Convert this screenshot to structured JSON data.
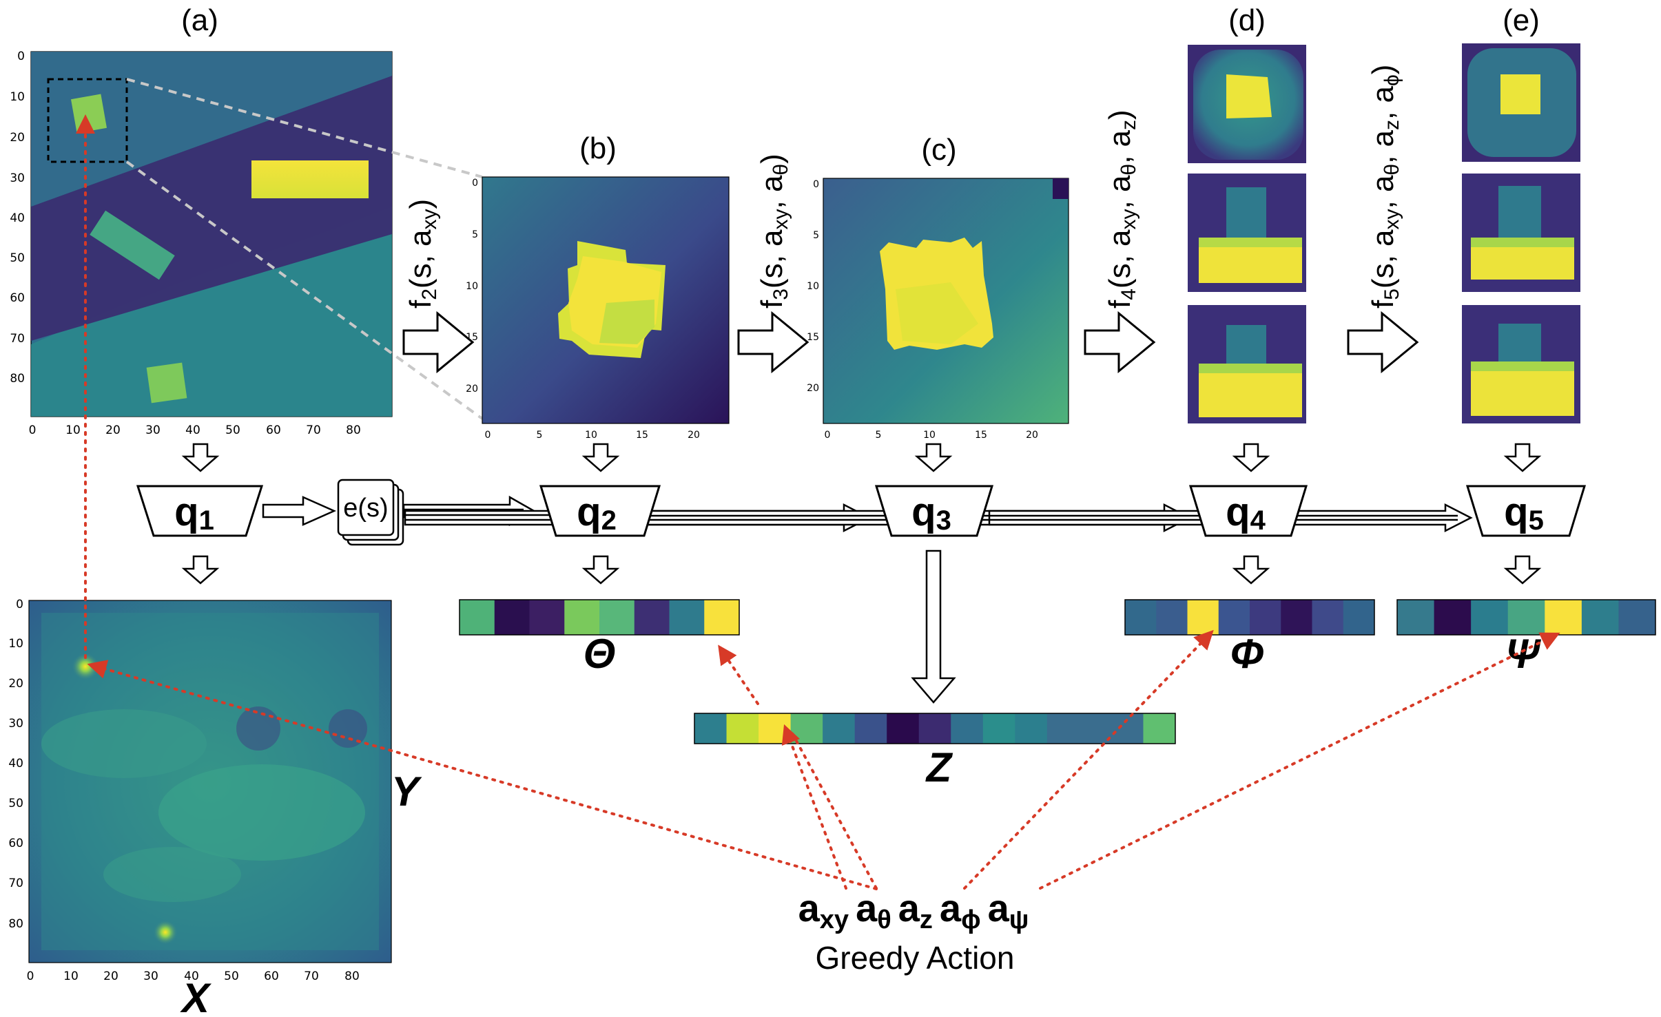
{
  "panels": {
    "a": "(a)",
    "b": "(b)",
    "c": "(c)",
    "d": "(d)",
    "e": "(e)"
  },
  "functions": {
    "f2": {
      "f": "f",
      "sub": "2",
      "args": "(s, a",
      "argsub": "xy",
      "close": ")"
    },
    "f3": {
      "f": "f",
      "sub": "3",
      "args": "(s, a",
      "argsub": "xy",
      "mid": ", a",
      "midsub": "θ",
      "close": ")"
    },
    "f4": {
      "f": "f",
      "sub": "4",
      "args": "(s, a",
      "argsub": "xy",
      "mid": ", a",
      "midsub": "θ",
      "mid2": ", a",
      "mid2sub": "z",
      "close": ")"
    },
    "f5": {
      "f": "f",
      "sub": "5",
      "args": "(s, a",
      "argsub": "xy",
      "mid": ", a",
      "midsub": "θ",
      "mid2": ", a",
      "mid2sub": "z",
      "mid3": ", a",
      "mid3sub": "ϕ",
      "close": ")"
    }
  },
  "networks": {
    "q1": {
      "q": "q",
      "sub": "1"
    },
    "q2": {
      "q": "q",
      "sub": "2"
    },
    "q3": {
      "q": "q",
      "sub": "3"
    },
    "q4": {
      "q": "q",
      "sub": "4"
    },
    "q5": {
      "q": "q",
      "sub": "5"
    },
    "encoder": "e(s)"
  },
  "value_maps": {
    "theta": "Θ",
    "z": "Z",
    "phi": "Φ",
    "psi": "Ψ",
    "y": "Y",
    "x": "X"
  },
  "action": {
    "a1": "a",
    "a1sub": "xy",
    "a2": "a",
    "a2sub": "θ",
    "a3": "a",
    "a3sub": "z",
    "a4": "a",
    "a4sub": "ϕ",
    "a5": "a",
    "a5sub": "ψ",
    "caption": "Greedy Action"
  },
  "ticks": {
    "a_y": [
      "0",
      "10",
      "20",
      "30",
      "40",
      "50",
      "60",
      "70",
      "80"
    ],
    "a_x": [
      "0",
      "10",
      "20",
      "30",
      "40",
      "50",
      "60",
      "70",
      "80"
    ],
    "small_y": [
      "0",
      "5",
      "10",
      "15",
      "20"
    ],
    "small_x": [
      "0",
      "5",
      "10",
      "15",
      "20"
    ]
  },
  "colors": {
    "viridis_dark": "#440154",
    "viridis_mid": "#3b528b",
    "viridis_teal": "#21918c",
    "viridis_green": "#5ec962",
    "viridis_yellow": "#fde725",
    "action_arrow": "#d73a27",
    "zoom_dash": "#c8c8c8"
  },
  "strips": {
    "theta": [
      "#4fb278",
      "#2a0f4f",
      "#3c1f63",
      "#7ac95c",
      "#58b77a",
      "#3d2f73",
      "#2f7b8d",
      "#f8e13c"
    ],
    "phi": [
      "#32698c",
      "#3a5d8e",
      "#f8e13c",
      "#3b5590",
      "#3d3a7f",
      "#2f1458",
      "#3f4a8a",
      "#32648c"
    ],
    "psi": [
      "#367a8d",
      "#2c0c4d",
      "#2b7d8e",
      "#48a583",
      "#f8e13c",
      "#2e7e8d",
      "#36628c"
    ],
    "z": [
      "#2d7f8e",
      "#c5df35",
      "#f7e23a",
      "#5cba71",
      "#2e7c8e",
      "#3a528b",
      "#2a0a4c",
      "#3c2b70",
      "#31708e",
      "#2b8e8c",
      "#2c7f8e",
      "#3a6d8e",
      "#3a6d8e",
      "#3a6d8e",
      "#60bf70"
    ]
  }
}
